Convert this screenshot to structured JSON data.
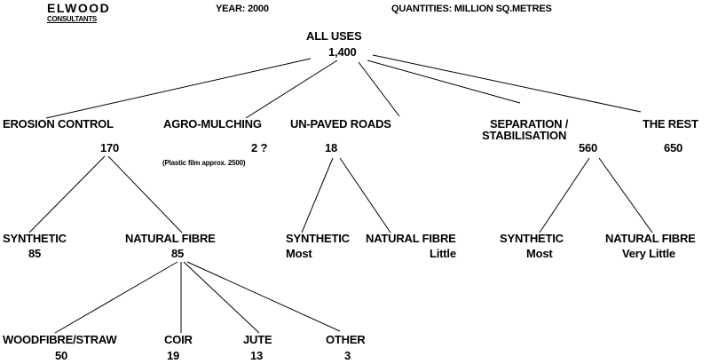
{
  "header": {
    "logo_name": "ELWOOD",
    "logo_sub": "CONSULTANTS",
    "year": "YEAR:  2000",
    "quantities": "QUANTITIES: MILLION SQ.METRES"
  },
  "root": {
    "label": "ALL USES",
    "value": "1,400"
  },
  "level1": [
    {
      "label": "EROSION CONTROL",
      "value": "170"
    },
    {
      "label": "AGRO-MULCHING",
      "value": "2 ?",
      "note": "(Plastic film approx. 2500)"
    },
    {
      "label": "UN-PAVED ROADS",
      "value": "18"
    },
    {
      "label": "SEPARATION /",
      "label2": "STABILISATION",
      "value": "560"
    },
    {
      "label": "THE REST",
      "value": "650"
    }
  ],
  "level2": [
    {
      "label": "SYNTHETIC",
      "value": "85"
    },
    {
      "label": "NATURAL FIBRE",
      "value": "85"
    },
    {
      "label": "SYNTHETIC",
      "value": "Most"
    },
    {
      "label": "NATURAL FIBRE",
      "value": "Little"
    },
    {
      "label": "SYNTHETIC",
      "value": "Most"
    },
    {
      "label": "NATURAL FIBRE",
      "value": "Very Little"
    }
  ],
  "level3": [
    {
      "label": "WOODFIBRE/STRAW",
      "value": "50"
    },
    {
      "label": "COIR",
      "value": "19"
    },
    {
      "label": "JUTE",
      "value": "13"
    },
    {
      "label": "OTHER",
      "value": "3"
    }
  ]
}
